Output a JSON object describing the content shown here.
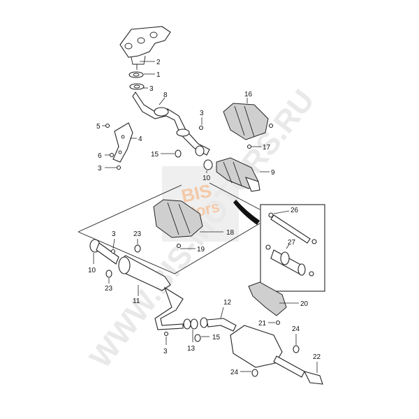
{
  "watermark": {
    "site": "WWW.BIS-MOTORS.RU",
    "logo_line1": "BIS",
    "logo_line2": "Motors"
  },
  "callouts": [
    {
      "id": "c1",
      "label": "1"
    },
    {
      "id": "c2",
      "label": "2"
    },
    {
      "id": "c3a",
      "label": "3"
    },
    {
      "id": "c3b",
      "label": "3"
    },
    {
      "id": "c3c",
      "label": "3"
    },
    {
      "id": "c3d",
      "label": "3"
    },
    {
      "id": "c3e",
      "label": "3"
    },
    {
      "id": "c4",
      "label": "4"
    },
    {
      "id": "c5",
      "label": "5"
    },
    {
      "id": "c6",
      "label": "6"
    },
    {
      "id": "c8",
      "label": "8"
    },
    {
      "id": "c9",
      "label": "9"
    },
    {
      "id": "c10a",
      "label": "10"
    },
    {
      "id": "c10b",
      "label": "10"
    },
    {
      "id": "c11",
      "label": "11"
    },
    {
      "id": "c12",
      "label": "12"
    },
    {
      "id": "c13",
      "label": "13"
    },
    {
      "id": "c15a",
      "label": "15"
    },
    {
      "id": "c15b",
      "label": "15"
    },
    {
      "id": "c16",
      "label": "16"
    },
    {
      "id": "c17",
      "label": "17"
    },
    {
      "id": "c18",
      "label": "18"
    },
    {
      "id": "c19",
      "label": "19"
    },
    {
      "id": "c20",
      "label": "20"
    },
    {
      "id": "c21",
      "label": "21"
    },
    {
      "id": "c22",
      "label": "22"
    },
    {
      "id": "c23a",
      "label": "23"
    },
    {
      "id": "c23b",
      "label": "23"
    },
    {
      "id": "c24a",
      "label": "24"
    },
    {
      "id": "c24b",
      "label": "24"
    },
    {
      "id": "c26",
      "label": "26"
    },
    {
      "id": "c27",
      "label": "27"
    }
  ]
}
